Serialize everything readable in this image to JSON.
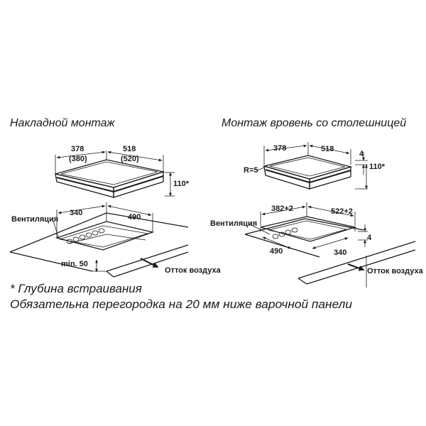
{
  "left_view": {
    "title": "Накладной монтаж",
    "dim_width_top": "378",
    "dim_width_top_alt": "(380)",
    "dim_depth_top": "518",
    "dim_depth_top_alt": "(520)",
    "dim_height": "110*",
    "label_ventilation": "Вентиляция",
    "dim_cutout_width": "340",
    "dim_cutout_depth": "490",
    "dim_min": "min. 50",
    "label_air_outlet": "Отток воздуха"
  },
  "right_view": {
    "title": "Монтаж вровень со столешницей",
    "dim_width_top": "378",
    "dim_depth_top": "518",
    "dim_edge": "4",
    "dim_radius": "R=5",
    "dim_height": "110*",
    "label_ventilation": "Вентиляция",
    "dim_recess_width": "382+2",
    "dim_recess_depth": "522+2",
    "dim_recess_edge": "4",
    "dim_cutout_depth": "490",
    "dim_cutout_width": "340",
    "label_air_outlet": "Отток воздуха"
  },
  "notes": {
    "depth_note": "* Глубина встраивания",
    "partition_note": "Обязательна перегородка на 20 мм ниже варочной панели"
  }
}
